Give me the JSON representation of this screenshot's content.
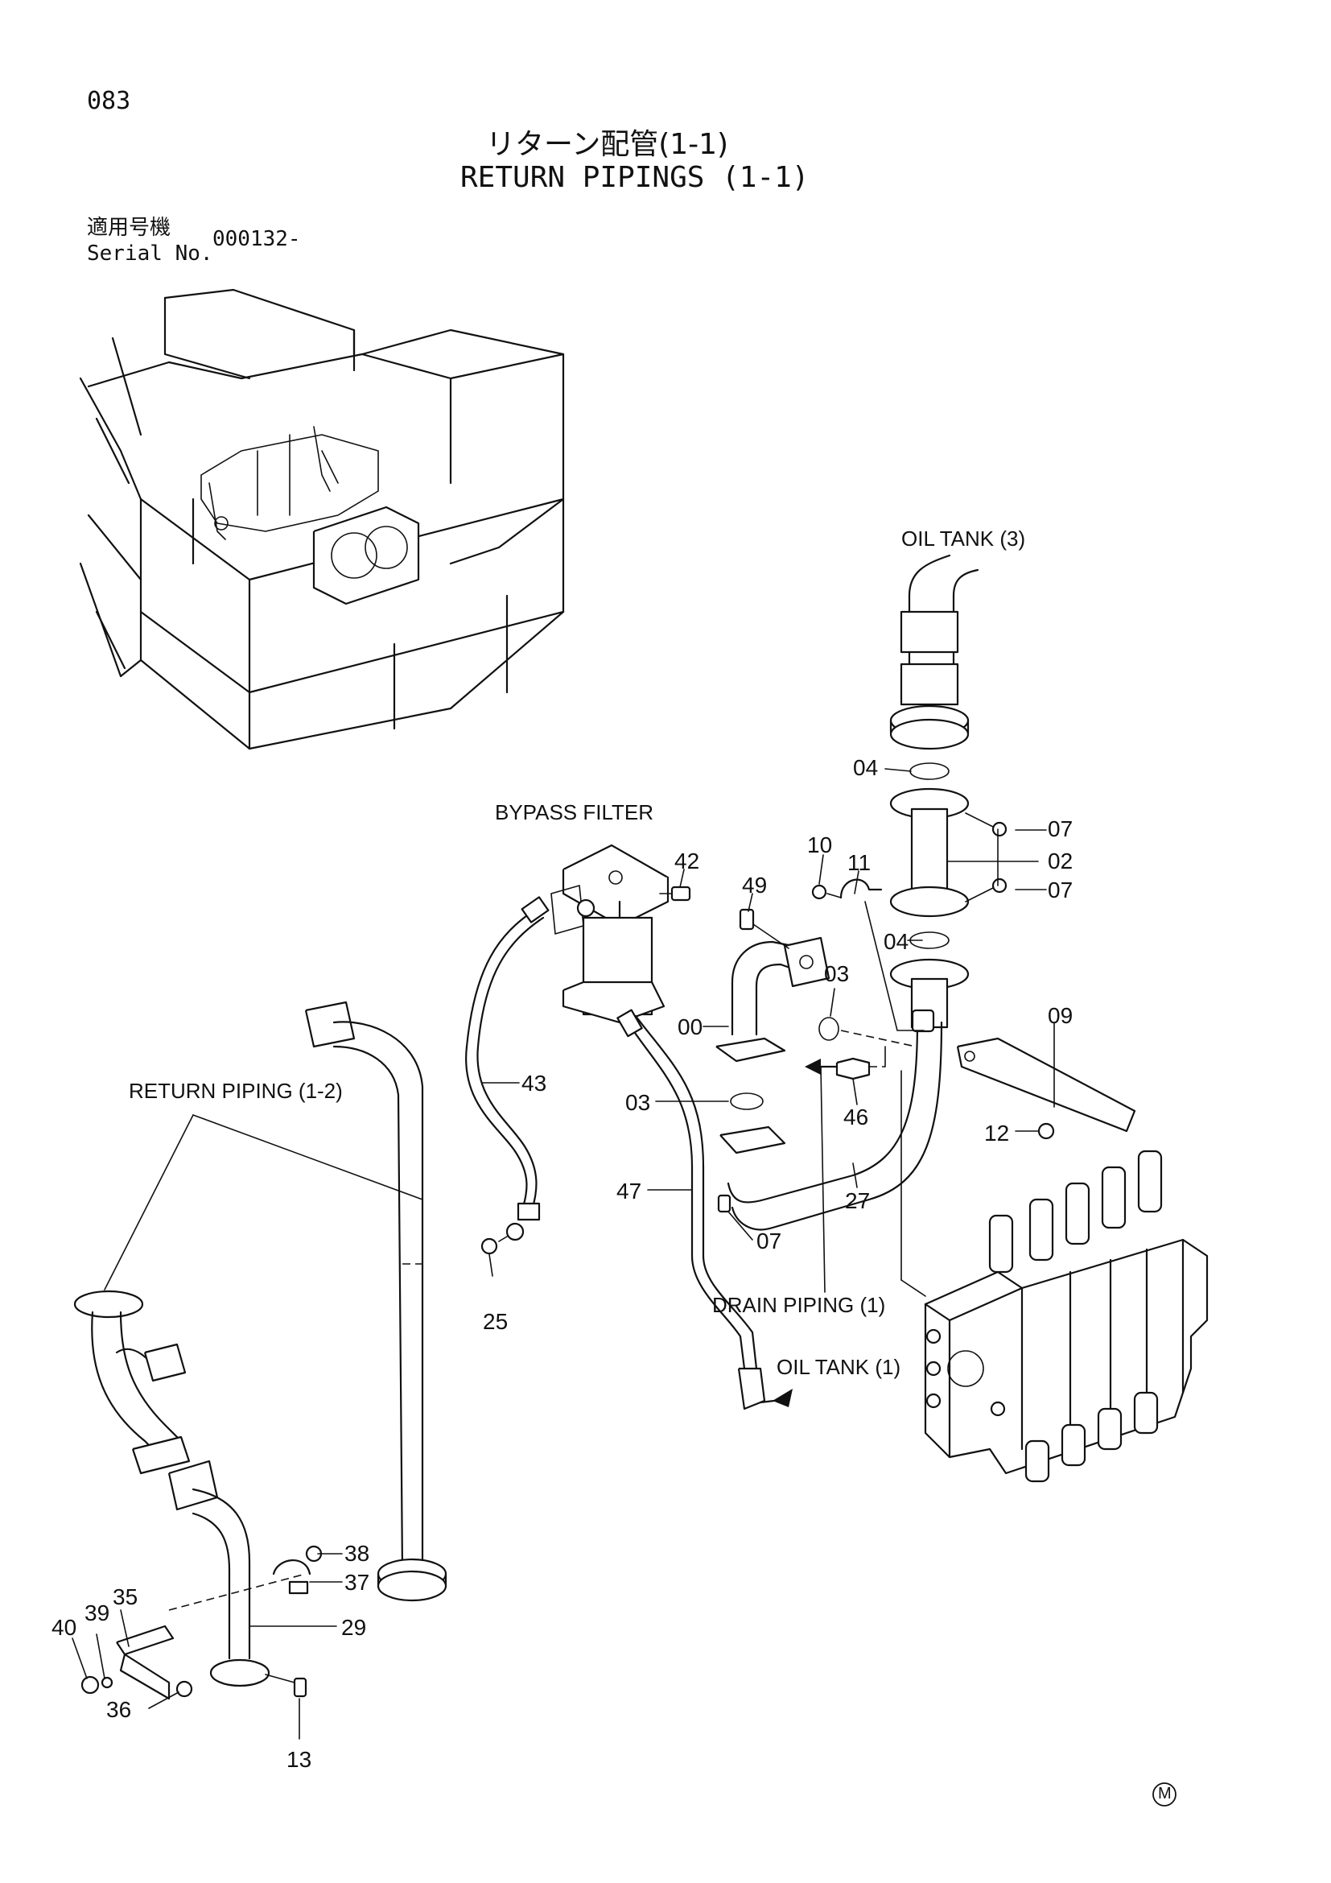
{
  "page": {
    "page_number": "083",
    "title_jp": "リターン配管(1-1)",
    "title_en": "RETURN PIPINGS (1-1)",
    "applicable_jp": "適用号機",
    "serial_label": "Serial No.",
    "serial_value": "000132-",
    "mark": "M"
  },
  "labels": {
    "oil_tank_3": "OIL TANK (3)",
    "bypass_filter": "BYPASS FILTER",
    "return_piping_12": "RETURN PIPING (1-2)",
    "drain_piping_1": "DRAIN PIPING (1)",
    "oil_tank_1": "OIL TANK (1)"
  },
  "callouts": {
    "c04a": "04",
    "c07a": "07",
    "c02": "02",
    "c07b": "07",
    "c04b": "04",
    "c10": "10",
    "c11": "11",
    "c49": "49",
    "c42": "42",
    "c03a": "03",
    "c00": "00",
    "c09": "09",
    "c46": "46",
    "c03b": "03",
    "c43": "43",
    "c12": "12",
    "c47": "47",
    "c27": "27",
    "c07c": "07",
    "c25": "25",
    "c38": "38",
    "c37": "37",
    "c35": "35",
    "c39": "39",
    "c40": "40",
    "c29": "29",
    "c36": "36",
    "c13": "13"
  }
}
